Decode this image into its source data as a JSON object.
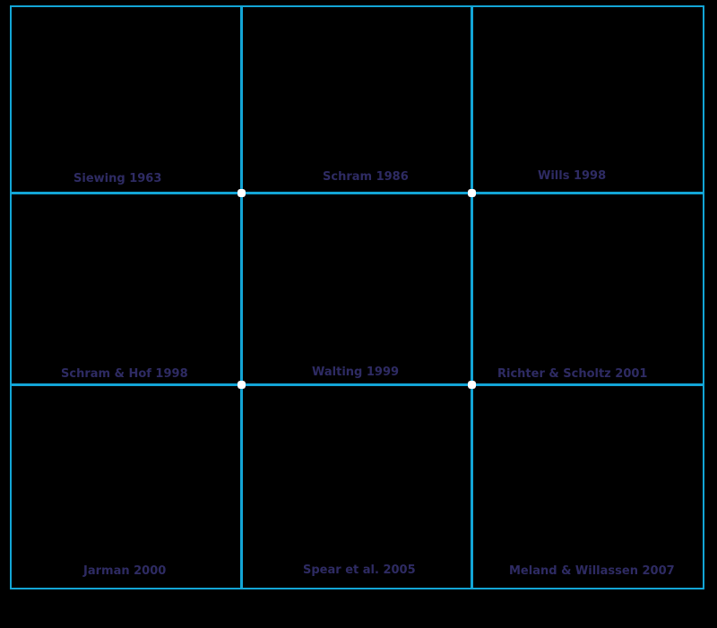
{
  "figure": {
    "background_color": "#000000",
    "grid_color": "#13a5d6",
    "label_color": "#2e2b63",
    "marker_color": "#ffffff",
    "panels": [
      {
        "label": "Siewing 1963"
      },
      {
        "label": "Schram 1986"
      },
      {
        "label": "Wills 1998"
      },
      {
        "label": "Schram & Hof 1998"
      },
      {
        "label": "Walting 1999"
      },
      {
        "label": "Richter & Scholtz 2001"
      },
      {
        "label": "Jarman 2000"
      },
      {
        "label": "Spear et al. 2005"
      },
      {
        "label": "Meland & Willassen 2007"
      }
    ]
  }
}
